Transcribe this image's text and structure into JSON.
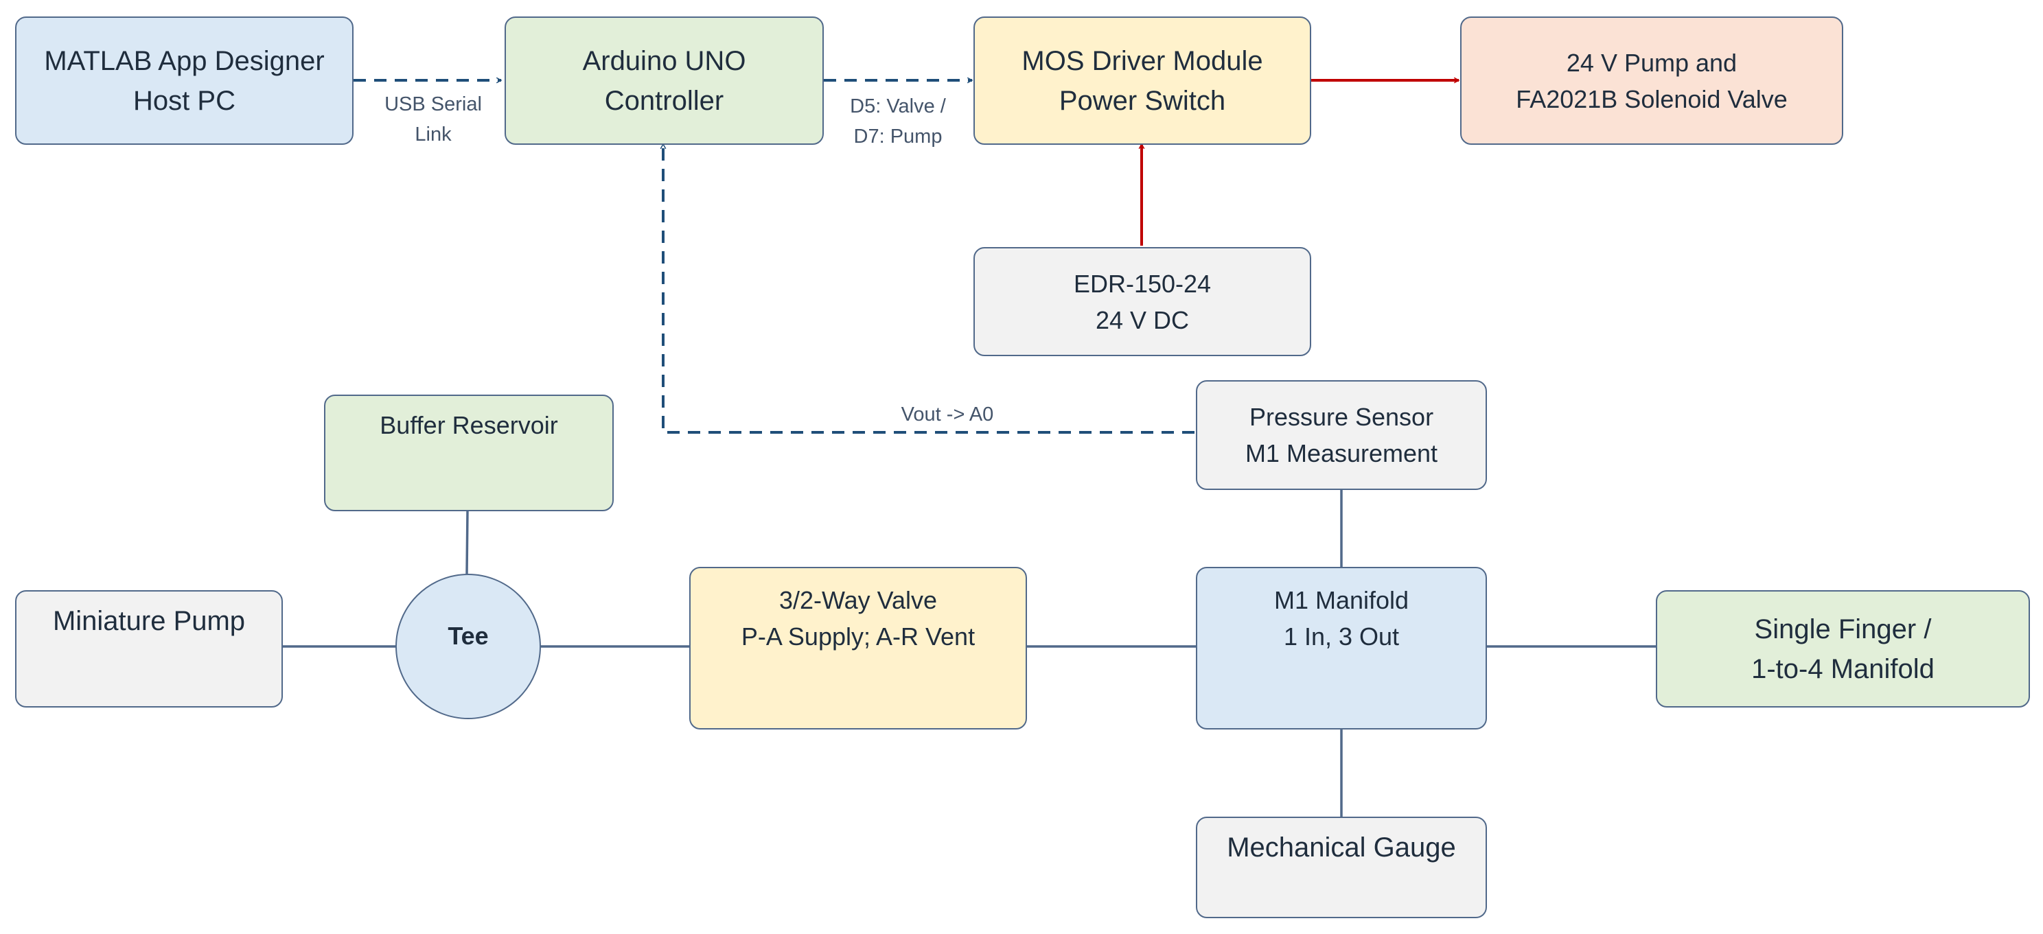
{
  "colors": {
    "blue": "#dae8f5",
    "green": "#e2efd9",
    "yellow": "#fff2cc",
    "salmon": "#fbe2d5",
    "gray": "#f2f2f2",
    "border": "#51698a",
    "signal_line": "#1f4e79",
    "power_line": "#c00000",
    "fluid_line": "#51698a"
  },
  "nodes": {
    "host_pc": {
      "line1": "MATLAB App Designer",
      "line2": "Host PC"
    },
    "arduino": {
      "line1": "Arduino UNO",
      "line2": "Controller"
    },
    "mos_driver": {
      "line1": "MOS Driver Module",
      "line2": "Power Switch"
    },
    "pump_valve": {
      "line1": "24 V Pump and",
      "line2": "FA2021B Solenoid Valve"
    },
    "psu": {
      "line1": "EDR-150-24",
      "line2": "24 V DC"
    },
    "buffer": {
      "line1": "Buffer Reservoir"
    },
    "pressure_sensor": {
      "line1": "Pressure Sensor",
      "line2": "M1 Measurement"
    },
    "mini_pump": {
      "line1": "Miniature Pump"
    },
    "tee": {
      "label": "Tee"
    },
    "valve32": {
      "line1": "3/2-Way Valve",
      "line2": "P-A Supply; A-R Vent"
    },
    "manifold": {
      "line1": "M1 Manifold",
      "line2": "1 In, 3 Out"
    },
    "finger": {
      "line1": "Single Finger /",
      "line2": "1-to-4 Manifold"
    },
    "gauge": {
      "line1": "Mechanical Gauge"
    }
  },
  "edge_labels": {
    "usb": {
      "line1": "USB Serial",
      "line2": "Link"
    },
    "pins": {
      "line1": "D5: Valve /",
      "line2": "D7: Pump"
    },
    "vout": {
      "line1": "Vout -> A0"
    }
  }
}
